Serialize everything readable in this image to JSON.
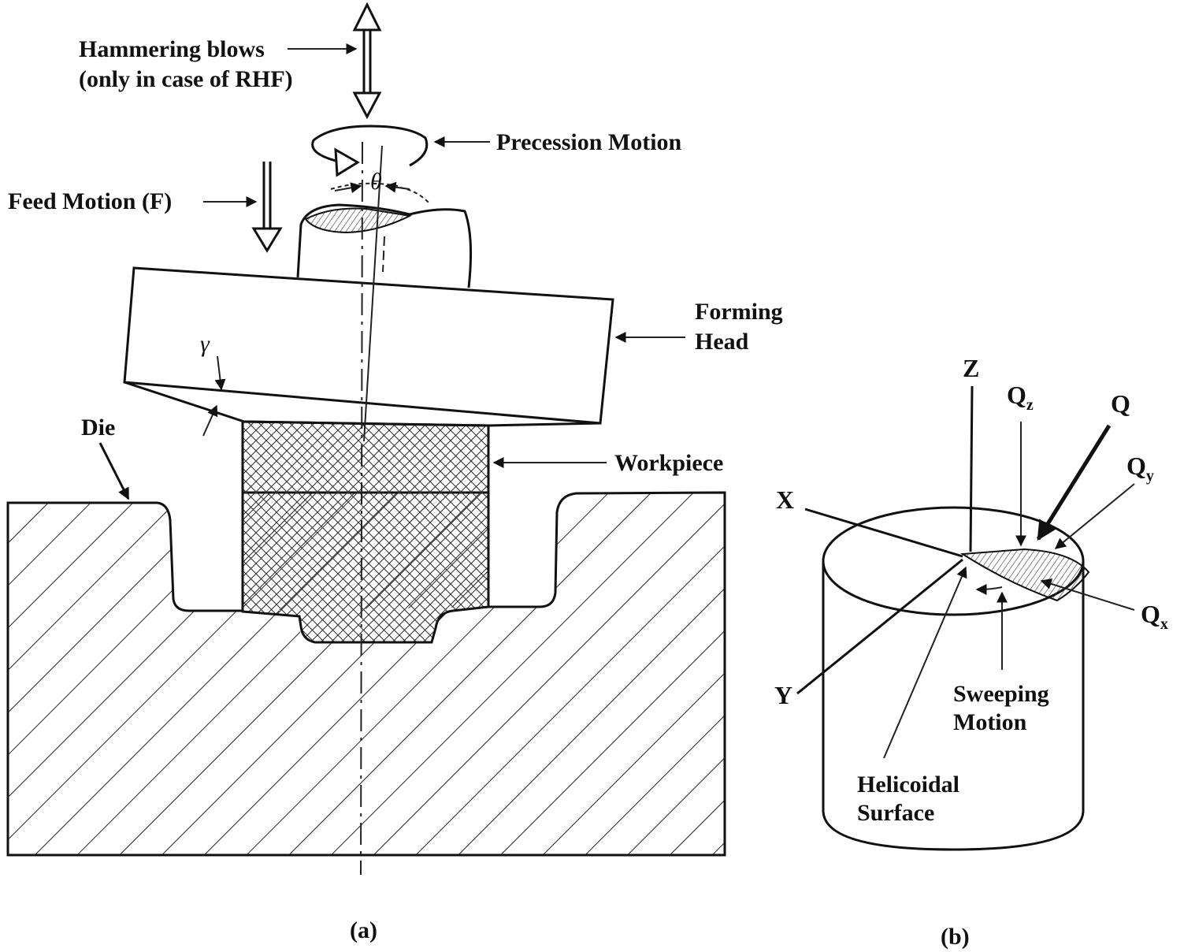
{
  "panel_a": {
    "hammering_line1": "Hammering blows",
    "hammering_line2": "(only in case of RHF)",
    "precession": "Precession Motion",
    "feed": "Feed Motion (F)",
    "theta": "θ",
    "gamma": "γ",
    "forming_line1": "Forming",
    "forming_line2": "Head",
    "die": "Die",
    "workpiece": "Workpiece",
    "caption": "(a)"
  },
  "panel_b": {
    "z": "Z",
    "x": "X",
    "y": "Y",
    "q": "Q",
    "qz_main": "Q",
    "qz_sub": "z",
    "qy_main": "Q",
    "qy_sub": "y",
    "qx_main": "Q",
    "qx_sub": "x",
    "sweep_line1": "Sweeping",
    "sweep_line2": "Motion",
    "helicoidal_line1": "Helicoidal",
    "helicoidal_line2": "Surface",
    "caption": "(b)"
  }
}
